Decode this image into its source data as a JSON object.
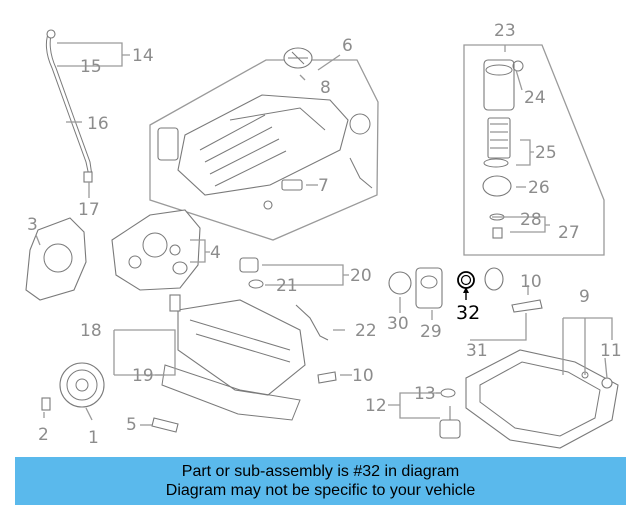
{
  "diagram": {
    "highlighted_part": "32",
    "callouts": {
      "c1": "1",
      "c2": "2",
      "c3": "3",
      "c4": "4",
      "c5": "5",
      "c6": "6",
      "c7": "7",
      "c8": "8",
      "c9": "9",
      "c10a": "10",
      "c10b": "10",
      "c11": "11",
      "c12": "12",
      "c13": "13",
      "c14": "14",
      "c15": "15",
      "c16": "16",
      "c17": "17",
      "c18": "18",
      "c19": "19",
      "c20": "20",
      "c21": "21",
      "c22": "22",
      "c23": "23",
      "c24": "24",
      "c25": "25",
      "c26": "26",
      "c27": "27",
      "c28": "28",
      "c29": "29",
      "c30": "30",
      "c31": "31",
      "c32": "32"
    }
  },
  "banner": {
    "line1": "Part or sub-assembly is #32 in diagram",
    "line2": "Diagram may not be specific to your vehicle",
    "color": "#5ab9ec"
  }
}
